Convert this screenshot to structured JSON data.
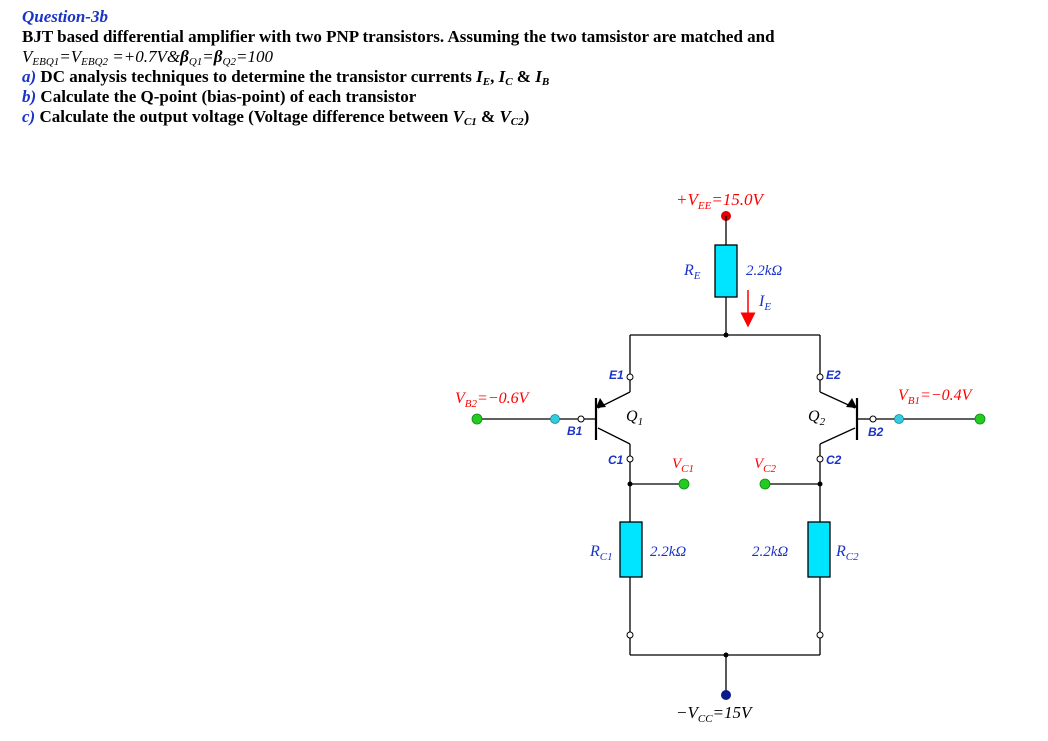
{
  "question": {
    "title": "Question-3b",
    "intro": "BJT based differential amplifier with two PNP transistors. Assuming the two tamsistor are matched and",
    "given": {
      "veb_q1": "V",
      "veb_q1_sub": "EBQ1",
      "veb_q2": "V",
      "veb_q2_sub": "EBQ2",
      "veb_value": "+0.7V",
      "amp": "&",
      "beta_q1": "β",
      "beta_q1_sub": "Q1",
      "beta_q2": "β",
      "beta_q2_sub": "Q2",
      "beta_value": "100"
    },
    "parts": [
      {
        "marker": "a)",
        "text": "DC analysis techniques to determine the transistor currents "
      },
      {
        "marker": "b)",
        "text": "Calculate the Q-point (bias-point) of each transistor"
      },
      {
        "marker": "c)",
        "text": "Calculate the output voltage (Voltage difference between "
      }
    ],
    "part_a_vars": {
      "ie": "I",
      "ie_sub": "E",
      "ic": "I",
      "ic_sub": "C",
      "ib": "I",
      "ib_sub": "B",
      "sep1": ", ",
      "sep2": " & "
    },
    "part_c_vars": {
      "vc1": "V",
      "vc1_sub": "C1",
      "amp": " & ",
      "vc2": "V",
      "vc2_sub": "C2",
      "close": ")"
    }
  },
  "circuit": {
    "vee_label": "+V",
    "vee_sub": "EE",
    "vee_value": "=15.0V",
    "vcc_label": "−V",
    "vcc_sub": "CC",
    "vcc_value": "=15V",
    "re_name": "R",
    "re_sub": "E",
    "re_value": "2.2kΩ",
    "ie_label": "I",
    "ie_sub": "E",
    "rc1_name": "R",
    "rc1_sub": "C1",
    "rc1_value": "2.2kΩ",
    "rc2_name": "R",
    "rc2_sub": "C2",
    "rc2_value": "2.2kΩ",
    "q1_label": "Q",
    "q1_sub": "1",
    "q2_label": "Q",
    "q2_sub": "2",
    "vb2_label": "V",
    "vb2_sub": "B2",
    "vb2_value": "=−0.6V",
    "vb1_label": "V",
    "vb1_sub": "B1",
    "vb1_value": "=−0.4V",
    "vc1_label": "V",
    "vc1_sub": "C1",
    "vc2_label": "V",
    "vc2_sub": "C2",
    "pins": {
      "e1": "E1",
      "b1": "B1",
      "c1": "C1",
      "e2": "E2",
      "b2": "B2",
      "c2": "C2"
    },
    "colors": {
      "label_red": "#ff0000",
      "pin_blue": "#1a33c8",
      "resistor_fill": "#00e5ff",
      "node_green": "#22cc22",
      "node_red": "#e00000",
      "node_navy": "#0a1a8a"
    }
  }
}
